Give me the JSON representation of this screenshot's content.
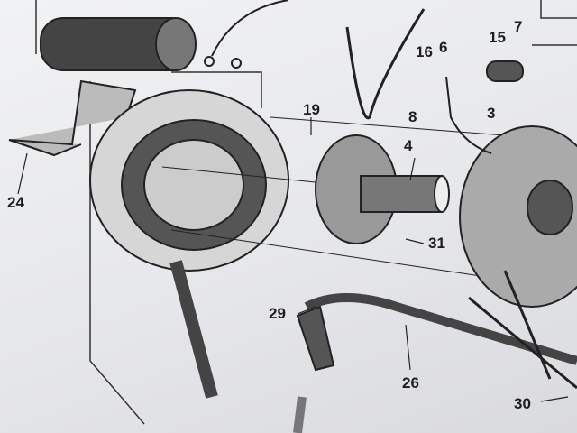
{
  "diagram": {
    "callouts": [
      {
        "id": "24",
        "label": "24"
      },
      {
        "id": "19",
        "label": "19"
      },
      {
        "id": "16",
        "label": "16"
      },
      {
        "id": "6",
        "label": "6"
      },
      {
        "id": "15",
        "label": "15"
      },
      {
        "id": "7",
        "label": "7"
      },
      {
        "id": "8",
        "label": "8"
      },
      {
        "id": "3",
        "label": "3"
      },
      {
        "id": "4",
        "label": "4"
      },
      {
        "id": "31",
        "label": "31"
      },
      {
        "id": "29",
        "label": "29"
      },
      {
        "id": "26",
        "label": "26"
      },
      {
        "id": "30",
        "label": "30"
      }
    ],
    "colors": {
      "ink": "#1e1e1e",
      "paper": "#e9eaec"
    }
  }
}
